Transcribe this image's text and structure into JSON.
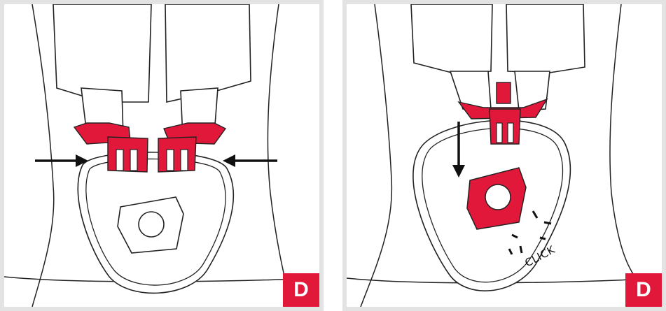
{
  "panels": [
    {
      "step_label": "D"
    },
    {
      "step_label": "D",
      "sound_text": "CLICK"
    }
  ],
  "colors": {
    "accent": "#e1183a",
    "accent_dark": "#a50f26",
    "line": "#222222",
    "frame": "#e3e3e3"
  },
  "icons": [
    "arrow-right-icon",
    "arrow-left-icon",
    "arrow-down-icon",
    "click-burst-icon"
  ]
}
